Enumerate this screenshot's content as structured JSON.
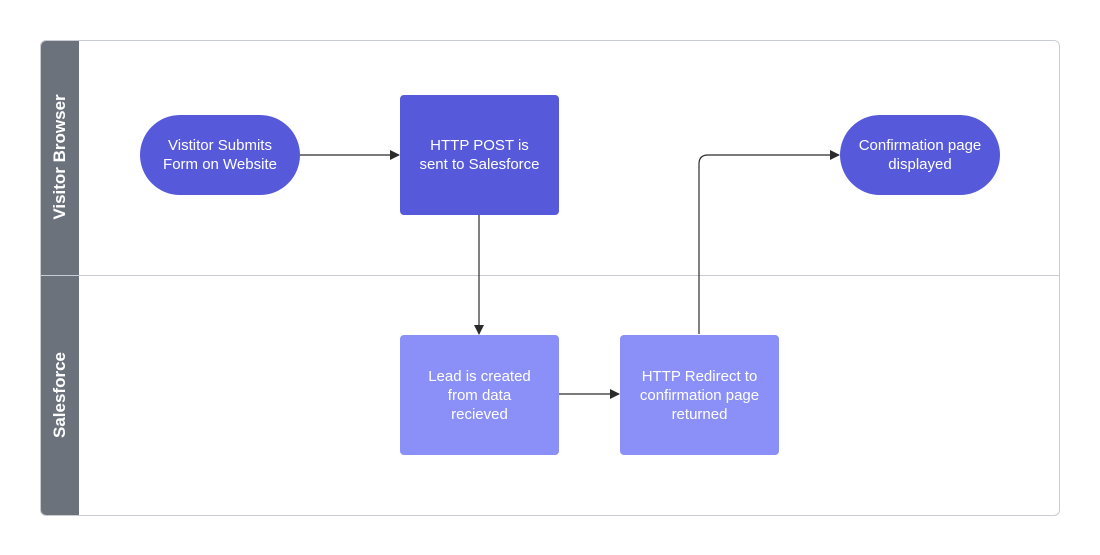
{
  "lanes": [
    {
      "label": "Visitor Browser"
    },
    {
      "label": "Salesforce"
    }
  ],
  "nodes": [
    {
      "id": "submit",
      "text": "Vistitor Submits\nForm on Website",
      "shape": "pill",
      "color": "#5659d9"
    },
    {
      "id": "post",
      "text": "HTTP POST is\nsent to Salesforce",
      "shape": "rect",
      "color": "#5659d9"
    },
    {
      "id": "confirm",
      "text": "Confirmation page\ndisplayed",
      "shape": "pill",
      "color": "#5659d9"
    },
    {
      "id": "lead",
      "text": "Lead is created\nfrom data\nrecieved",
      "shape": "rect",
      "color": "#8b90f8"
    },
    {
      "id": "redirect",
      "text": "HTTP Redirect to\nconfirmation page\nreturned",
      "shape": "rect",
      "color": "#8b90f8"
    }
  ],
  "edges": [
    {
      "from": "submit",
      "to": "post"
    },
    {
      "from": "post",
      "to": "lead"
    },
    {
      "from": "lead",
      "to": "redirect"
    },
    {
      "from": "redirect",
      "to": "confirm"
    }
  ],
  "colors": {
    "lane_header": "#6c727b",
    "border": "#c9ccd2",
    "connector": "#2b2b2b"
  }
}
